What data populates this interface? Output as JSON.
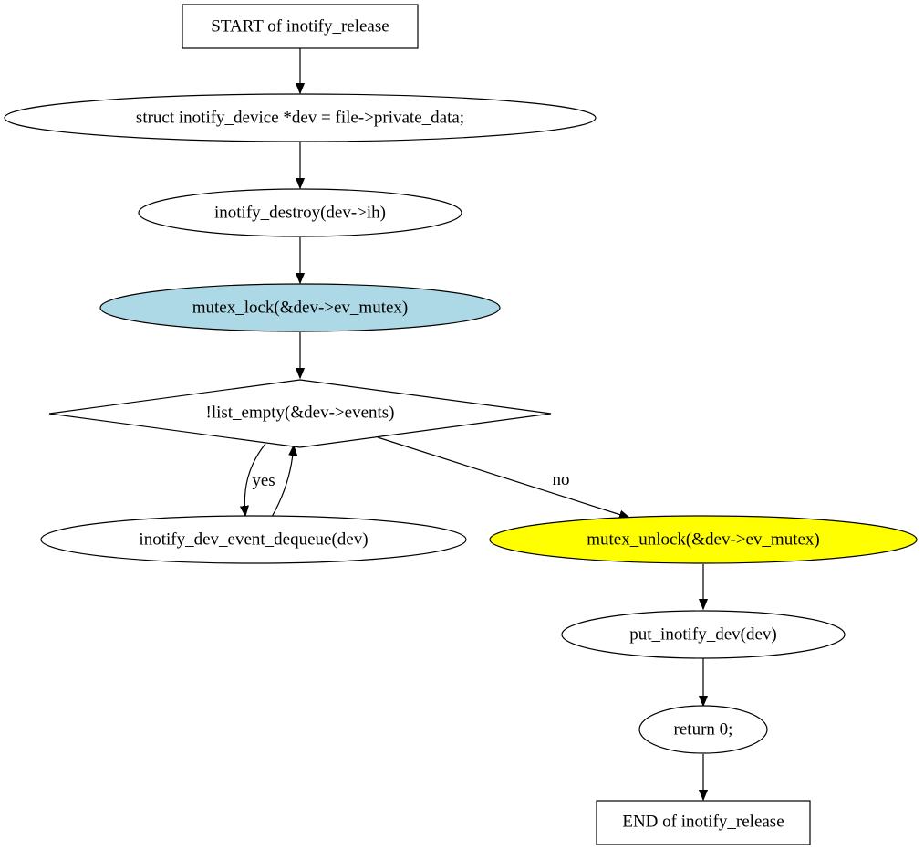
{
  "nodes": {
    "start": {
      "label": "START of inotify_release",
      "shape": "box",
      "fill": "#ffffff"
    },
    "dev_decl": {
      "label": "struct inotify_device *dev = file->private_data;",
      "shape": "ellipse",
      "fill": "#ffffff"
    },
    "destroy": {
      "label": "inotify_destroy(dev->ih)",
      "shape": "ellipse",
      "fill": "#ffffff"
    },
    "lock": {
      "label": "mutex_lock(&dev->ev_mutex)",
      "shape": "ellipse",
      "fill": "#add8e6"
    },
    "cond": {
      "label": "!list_empty(&dev->events)",
      "shape": "diamond",
      "fill": "#ffffff"
    },
    "dequeue": {
      "label": "inotify_dev_event_dequeue(dev)",
      "shape": "ellipse",
      "fill": "#ffffff"
    },
    "unlock": {
      "label": "mutex_unlock(&dev->ev_mutex)",
      "shape": "ellipse",
      "fill": "#ffff00"
    },
    "put": {
      "label": "put_inotify_dev(dev)",
      "shape": "ellipse",
      "fill": "#ffffff"
    },
    "ret": {
      "label": "return 0;",
      "shape": "ellipse",
      "fill": "#ffffff"
    },
    "end": {
      "label": "END of inotify_release",
      "shape": "box",
      "fill": "#ffffff"
    }
  },
  "edges": {
    "yes": {
      "label": "yes"
    },
    "no": {
      "label": "no"
    }
  }
}
